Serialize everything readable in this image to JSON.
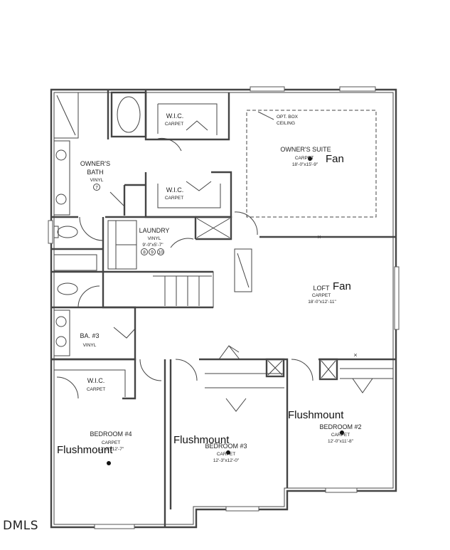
{
  "watermark": "DMLS",
  "rooms": {
    "owners_bath": {
      "name_line1": "OWNER'S",
      "name_line2": "BATH",
      "floor": "VINYL",
      "note": "7"
    },
    "wic_top": {
      "name": "W.I.C.",
      "floor": "CARPET"
    },
    "wic_mid": {
      "name": "W.I.C.",
      "floor": "CARPET"
    },
    "owners_suite": {
      "name": "OWNER'S SUITE",
      "floor": "CARPET",
      "dims": "18'-0\"x15'-9\"",
      "ceiling_line1": "OPT. BOX",
      "ceiling_line2": "CEILING",
      "fixture": "Fan"
    },
    "laundry": {
      "name": "LAUNDRY",
      "floor": "VINYL",
      "dims": "9'-0\"x5'-7\"",
      "notes": [
        "8",
        "9",
        "10"
      ]
    },
    "loft": {
      "name": "LOFT",
      "floor": "CARPET",
      "dims": "18'-0\"x12'-11\"",
      "fixture": "Fan"
    },
    "bath3": {
      "name": "BA. #3",
      "floor": "VINYL"
    },
    "wic_bed4": {
      "name": "W.I.C.",
      "floor": "CARPET"
    },
    "bedroom4": {
      "name": "BEDROOM #4",
      "floor": "CARPET",
      "dims": "12'-0\"x12'-7\"",
      "fixture": "Flushmount"
    },
    "bedroom3": {
      "name": "BEDROOM #3",
      "floor": "CARPET",
      "dims": "12'-3\"x12'-0\"",
      "fixture": "Flushmount"
    },
    "bedroom2": {
      "name": "BEDROOM #2",
      "floor": "CARPET",
      "dims": "12'-0\"x11'-8\"",
      "fixture": "Flushmount"
    }
  }
}
